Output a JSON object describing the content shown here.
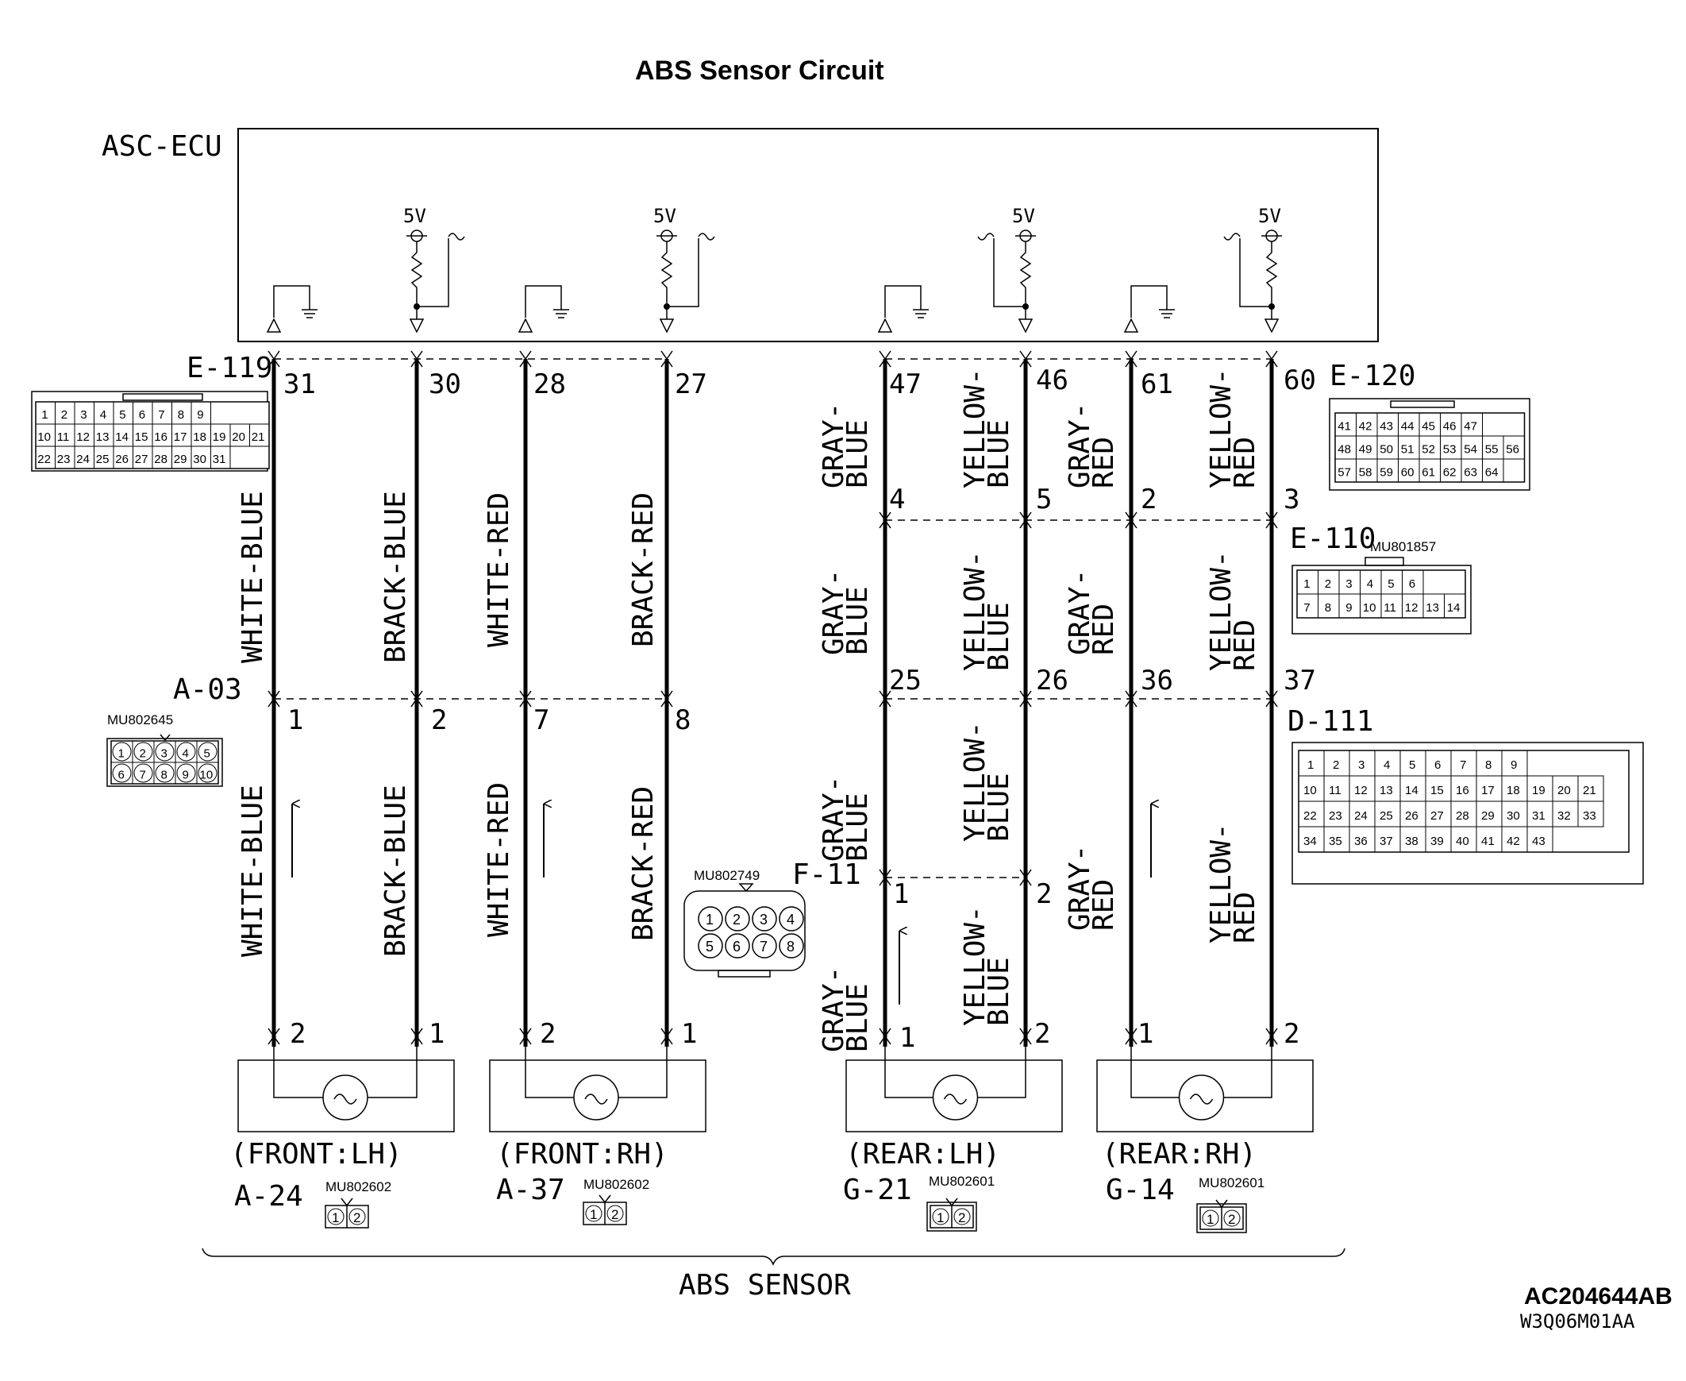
{
  "title": "ABS Sensor Circuit",
  "ecu_label": "ASC-ECU",
  "supply_label": "5V",
  "connectors": {
    "e119": {
      "name": "E-119",
      "pins": [
        "31",
        "30",
        "28",
        "27"
      ]
    },
    "e120": {
      "name": "E-120",
      "pins": [
        "47",
        "46",
        "61",
        "60"
      ]
    },
    "a03": {
      "name": "A-03",
      "part": "MU802645",
      "pins": [
        "1",
        "2",
        "7",
        "8"
      ]
    },
    "e110": {
      "name": "E-110",
      "part": "MU801857",
      "pins": [
        "4",
        "5",
        "2",
        "3"
      ]
    },
    "d111": {
      "name": "D-111",
      "pins": [
        "25",
        "26",
        "36",
        "37"
      ]
    },
    "f11": {
      "name": "F-11",
      "part": "MU802749",
      "pins": [
        "1",
        "2"
      ]
    }
  },
  "wire_colors": {
    "w1": "WHITE-BLUE",
    "w2": "BRACK-BLUE",
    "w3": "WHITE-RED",
    "w4": "BRACK-RED",
    "gray_blue": [
      "GRAY-",
      "BLUE"
    ],
    "yellow_blue": [
      "YELLOW-",
      "BLUE"
    ],
    "gray_red": [
      "GRAY-",
      "RED"
    ],
    "yellow_red": [
      "YELLOW-",
      "RED"
    ]
  },
  "sensors": [
    {
      "position": "(FRONT:LH)",
      "connector": "A-24",
      "part": "MU802602",
      "pins": [
        "2",
        "1"
      ]
    },
    {
      "position": "(FRONT:RH)",
      "connector": "A-37",
      "part": "MU802602",
      "pins": [
        "2",
        "1"
      ]
    },
    {
      "position": "(REAR:LH)",
      "connector": "G-21",
      "part": "MU802601",
      "pins": [
        "1",
        "2"
      ]
    },
    {
      "position": "(REAR:RH)",
      "connector": "G-14",
      "part": "MU802601",
      "pins": [
        "1",
        "2"
      ]
    }
  ],
  "group_label": "ABS SENSOR",
  "doc_code": "AC204644AB",
  "doc_sub": "W3Q06M01AA",
  "face_pins": {
    "e119": [
      [
        "1",
        "2",
        "3",
        "4",
        "5",
        "6",
        "7",
        "8",
        "9"
      ],
      [
        "10",
        "11",
        "12",
        "13",
        "14",
        "15",
        "16",
        "17",
        "18",
        "19",
        "20",
        "21"
      ],
      [
        "22",
        "23",
        "24",
        "25",
        "26",
        "27",
        "28",
        "29",
        "30",
        "31"
      ]
    ],
    "e120": [
      [
        "41",
        "42",
        "43",
        "44",
        "45",
        "46",
        "47"
      ],
      [
        "48",
        "49",
        "50",
        "51",
        "52",
        "53",
        "54",
        "55",
        "56"
      ],
      [
        "57",
        "58",
        "59",
        "60",
        "61",
        "62",
        "63",
        "64"
      ]
    ],
    "a03": [
      [
        "1",
        "2",
        "3",
        "4",
        "5"
      ],
      [
        "6",
        "7",
        "8",
        "9",
        "10"
      ]
    ],
    "e110": [
      [
        "1",
        "2",
        "3",
        "4",
        "5",
        "6"
      ],
      [
        "7",
        "8",
        "9",
        "10",
        "11",
        "12",
        "13",
        "14"
      ]
    ],
    "d111": [
      [
        "1",
        "2",
        "3",
        "4",
        "5",
        "6",
        "7",
        "8",
        "9"
      ],
      [
        "10",
        "11",
        "12",
        "13",
        "14",
        "15",
        "16",
        "17",
        "18",
        "19",
        "20",
        "21"
      ],
      [
        "22",
        "23",
        "24",
        "25",
        "26",
        "27",
        "28",
        "29",
        "30",
        "31",
        "32",
        "33"
      ],
      [
        "34",
        "35",
        "36",
        "37",
        "38",
        "39",
        "40",
        "41",
        "42",
        "43"
      ]
    ],
    "f11": [
      [
        "1",
        "2",
        "3",
        "4"
      ],
      [
        "5",
        "6",
        "7",
        "8"
      ]
    ],
    "sensor": [
      "1",
      "2"
    ]
  }
}
